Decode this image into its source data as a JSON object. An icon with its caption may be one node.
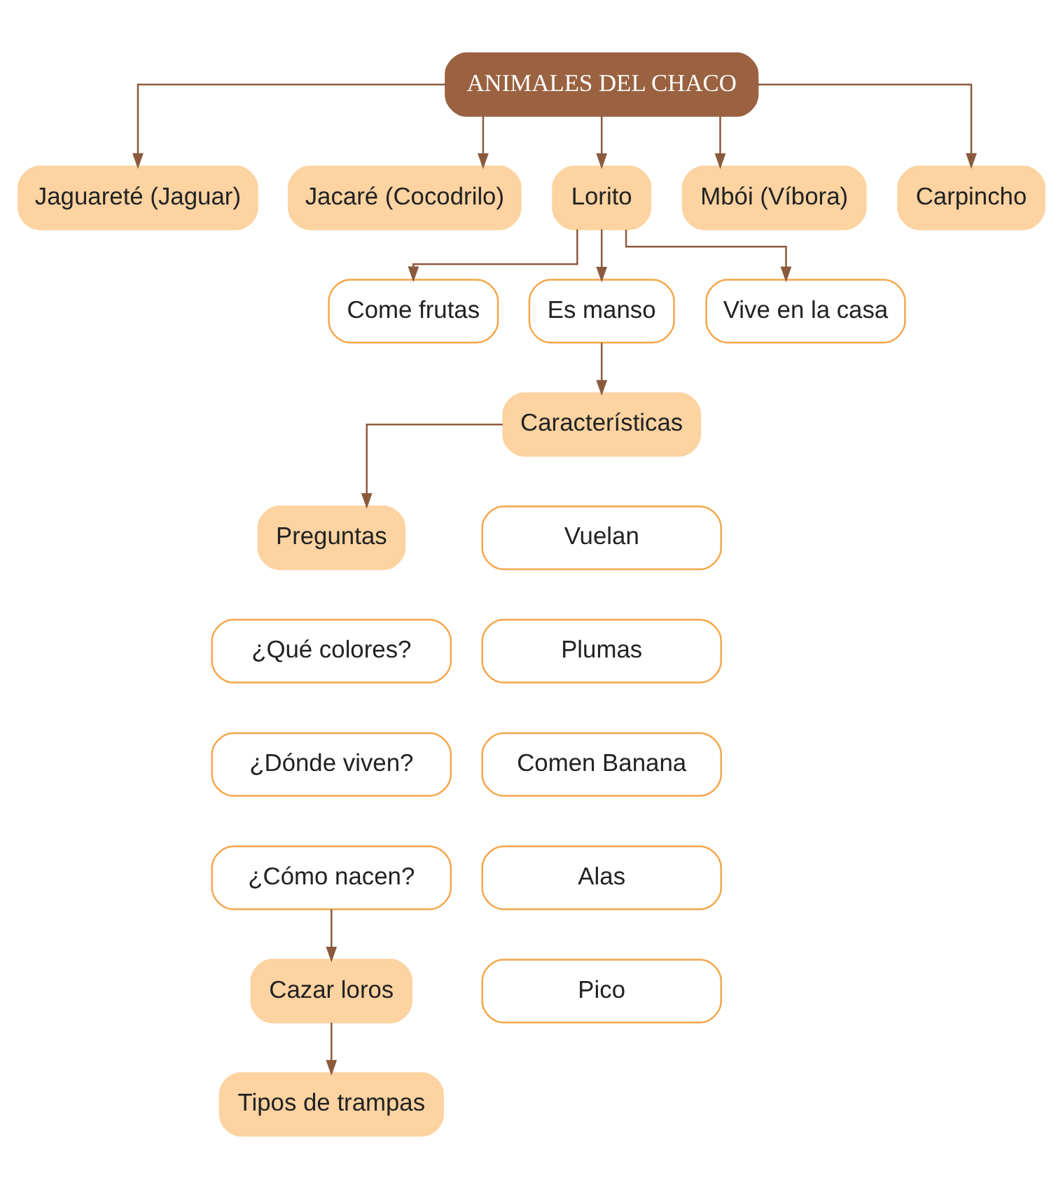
{
  "diagram": {
    "nodes": [
      {
        "text": [
          "ANIMALES DEL CHACO"
        ]
      },
      {
        "text": [
          "Jaguareté (Jaguar)"
        ]
      },
      {
        "text": [
          "Jacaré (Cocodrilo)"
        ]
      },
      {
        "text": [
          "Lorito"
        ]
      },
      {
        "text": [
          "Mbói (Víbora)"
        ]
      },
      {
        "text": [
          "Carpincho"
        ]
      },
      {
        "text": [
          "Come frutas"
        ]
      },
      {
        "text": [
          "Es manso"
        ]
      },
      {
        "text": [
          "Vive en la casa"
        ]
      },
      {
        "text": [
          "Características"
        ]
      },
      {
        "text": [
          "Preguntas"
        ]
      },
      {
        "text": [
          "Vuelan"
        ]
      },
      {
        "text": [
          "Plumas"
        ]
      },
      {
        "text": [
          "Comen Banana"
        ]
      },
      {
        "text": [
          "Alas"
        ]
      },
      {
        "text": [
          "Pico"
        ]
      },
      {
        "text": [
          "¿Qué colores?"
        ]
      },
      {
        "text": [
          "¿Dónde viven?"
        ]
      },
      {
        "text": [
          "¿Cómo nacen?"
        ]
      },
      {
        "text": [
          "Cazar loros"
        ]
      },
      {
        "text": [
          "Tipos de trampas"
        ]
      }
    ],
    "edges": [
      {
        "from": 0,
        "to": 1,
        "arrow": "to"
      },
      {
        "from": 0,
        "to": 2,
        "arrow": "to"
      },
      {
        "from": 0,
        "to": 3,
        "arrow": "to"
      },
      {
        "from": 0,
        "to": 4,
        "arrow": "to"
      },
      {
        "from": 0,
        "to": 5,
        "arrow": "to"
      },
      {
        "from": 3,
        "to": 6,
        "arrow": "to"
      },
      {
        "from": 3,
        "to": 7,
        "arrow": "to"
      },
      {
        "from": 3,
        "to": 8,
        "arrow": "to"
      },
      {
        "from": 7,
        "to": 9,
        "arrow": "to"
      },
      {
        "from": 9,
        "to": 10,
        "arrow": "to"
      },
      {
        "from": 18,
        "to": 19,
        "arrow": "to"
      },
      {
        "from": 19,
        "to": 20,
        "arrow": "to"
      }
    ]
  }
}
